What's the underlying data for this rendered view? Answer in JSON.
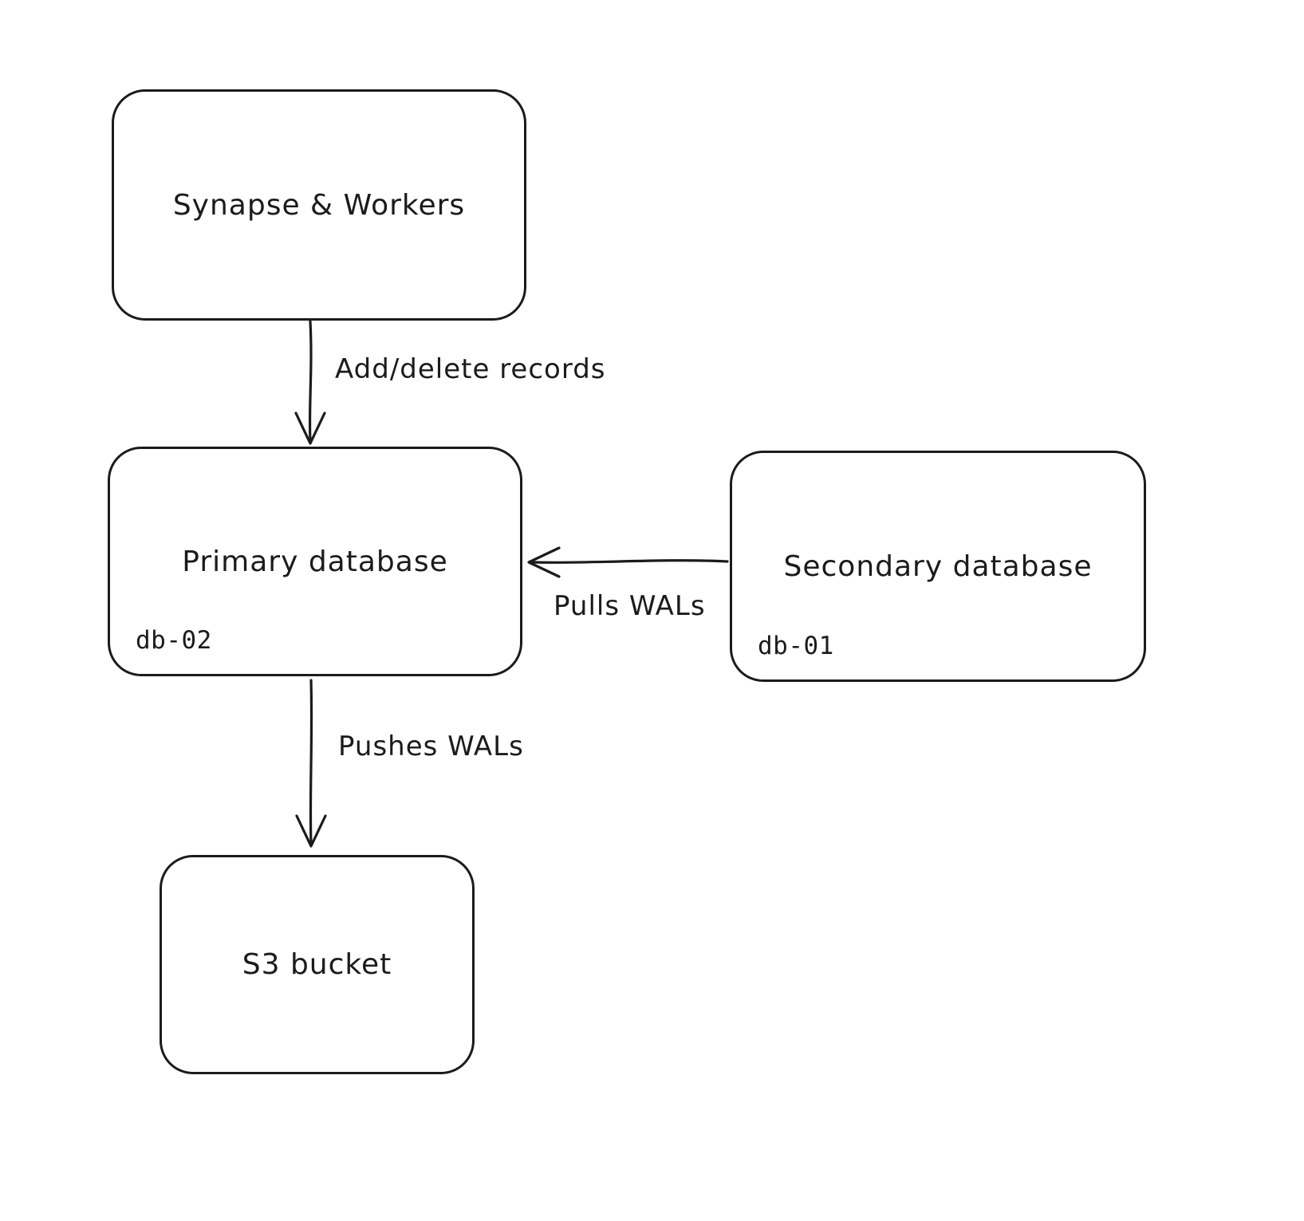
{
  "diagram": {
    "background_color": "#ffffff",
    "stroke_color": "#1b1b1b",
    "nodes": {
      "synapse": {
        "label": "Synapse & Workers"
      },
      "primary": {
        "label": "Primary database",
        "sublabel": "db-02"
      },
      "secondary": {
        "label": "Secondary database",
        "sublabel": "db-01"
      },
      "s3": {
        "label": "S3 bucket"
      }
    },
    "edges": {
      "add_delete": {
        "label": "Add/delete records",
        "from": "synapse",
        "to": "primary",
        "direction": "down"
      },
      "pulls": {
        "label": "Pulls WALs",
        "from": "secondary",
        "to": "primary",
        "direction": "left"
      },
      "pushes": {
        "label": "Pushes WALs",
        "from": "primary",
        "to": "s3",
        "direction": "down"
      }
    }
  }
}
